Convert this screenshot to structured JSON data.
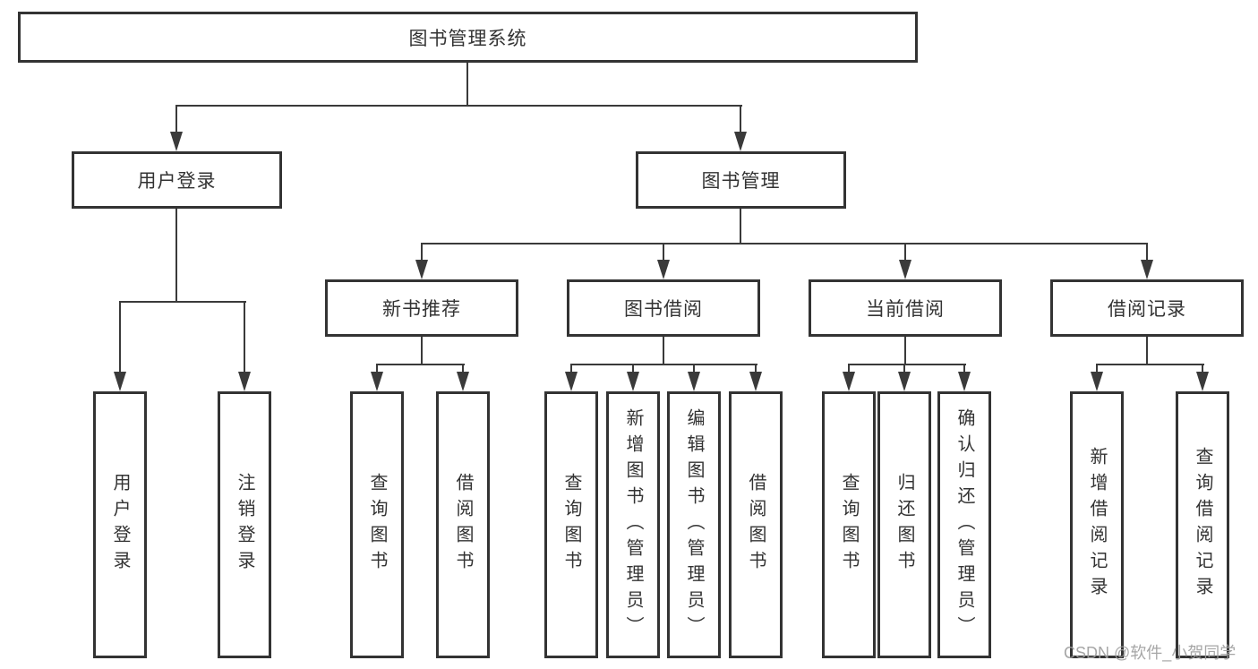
{
  "diagram_type": "functional-structure-tree",
  "colors": {
    "background": "#ffffff",
    "box_border": "#333333",
    "line": "#3a3a3a",
    "text": "#333333",
    "watermark": "#9e9e9e"
  },
  "tree": {
    "label": "图书管理系统",
    "children": [
      {
        "label": "用户登录",
        "children": [
          {
            "label": "用户登录"
          },
          {
            "label": "注销登录"
          }
        ]
      },
      {
        "label": "图书管理",
        "children": [
          {
            "label": "新书推荐",
            "children": [
              {
                "label": "查询图书"
              },
              {
                "label": "借阅图书"
              }
            ]
          },
          {
            "label": "图书借阅",
            "children": [
              {
                "label": "查询图书"
              },
              {
                "label": "新增图书（管理员）"
              },
              {
                "label": "编辑图书（管理员）"
              },
              {
                "label": "借阅图书"
              }
            ]
          },
          {
            "label": "当前借阅",
            "children": [
              {
                "label": "查询图书"
              },
              {
                "label": "归还图书"
              },
              {
                "label": "确认归还（管理员）"
              }
            ]
          },
          {
            "label": "借阅记录",
            "children": [
              {
                "label": "新增借阅记录"
              },
              {
                "label": "查询借阅记录"
              }
            ]
          }
        ]
      }
    ]
  },
  "watermark": "CSDN @软件_小贺同学"
}
